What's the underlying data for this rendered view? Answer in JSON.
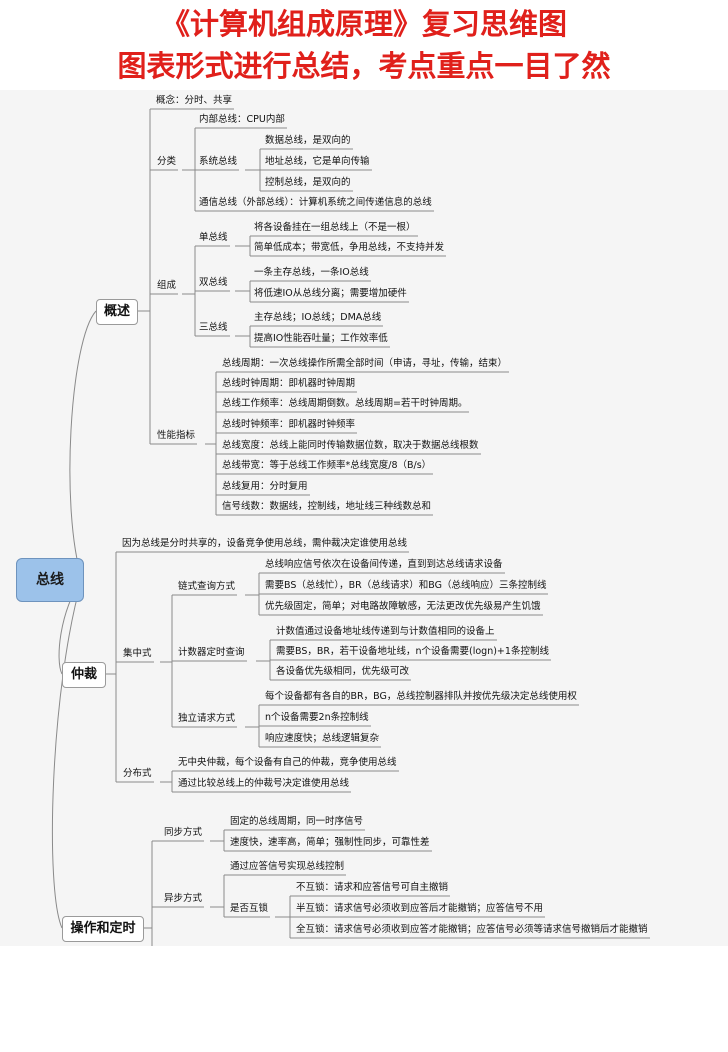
{
  "title_line1": "《计算机组成原理》复习思维图",
  "title_line2": "图表形式进行总结，考点重点一目了然",
  "root": "总线",
  "sections": {
    "overview": {
      "label": "概述",
      "concept": "概念：分时、共享",
      "classification": {
        "label": "分类",
        "internal": "内部总线：CPU内部",
        "system": {
          "label": "系统总线",
          "items": [
            "数据总线，是双向的",
            "地址总线，它是单向传输",
            "控制总线，是双向的"
          ]
        },
        "comm": "通信总线（外部总线）：计算机系统之间传递信息的总线"
      },
      "composition": {
        "label": "组成",
        "single": {
          "label": "单总线",
          "items": [
            "将各设备挂在一组总线上（不是一根）",
            "简单低成本；带宽低，争用总线，不支持并发"
          ]
        },
        "dual": {
          "label": "双总线",
          "items": [
            "一条主存总线，一条IO总线",
            "将低速IO从总线分离；需要增加硬件"
          ]
        },
        "triple": {
          "label": "三总线",
          "items": [
            "主存总线；IO总线；DMA总线",
            "提高IO性能吞吐量；工作效率低"
          ]
        }
      },
      "performance": {
        "label": "性能指标",
        "items": [
          "总线周期：一次总线操作所需全部时间（申请，寻址，传输，结束）",
          "总线时钟周期：即机器时钟周期",
          "总线工作频率：总线周期倒数。总线周期=若干时钟周期。",
          "总线时钟频率：即机器时钟频率",
          "总线宽度：总线上能同时传输数据位数，取决于数据总线根数",
          "总线带宽：等于总线工作频率*总线宽度/8（B/s）",
          "总线复用：分时复用",
          "信号线数：数据线，控制线，地址线三种线数总和"
        ]
      }
    },
    "arbitration": {
      "label": "仲裁",
      "reason": "因为总线是分时共享的，设备竞争使用总线，需仲裁决定谁使用总线",
      "centralized": {
        "label": "集中式",
        "chain": {
          "label": "链式查询方式",
          "items": [
            "总线响应信号依次在设备间传递，直到到达总线请求设备",
            "需要BS（总线忙），BR（总线请求）和BG（总线响应）三条控制线",
            "优先级固定，简单；对电路故障敏感，无法更改优先级易产生饥饿"
          ]
        },
        "counter": {
          "label": "计数器定时查询",
          "items": [
            "计数值通过设备地址线传递到与计数值相同的设备上",
            "需要BS，BR，若干设备地址线，n个设备需要(logn)+1条控制线",
            "各设备优先级相同，优先级可改"
          ]
        },
        "independent": {
          "label": "独立请求方式",
          "items": [
            "每个设备都有各自的BR，BG，总线控制器排队并按优先级决定总线使用权",
            "n个设备需要2n条控制线",
            "响应速度快；总线逻辑复杂"
          ]
        }
      },
      "distributed": {
        "label": "分布式",
        "items": [
          "无中央仲裁，每个设备有自己的仲裁，竞争使用总线",
          "通过比较总线上的仲裁号决定谁使用总线"
        ]
      }
    },
    "timing": {
      "label": "操作和定时",
      "sync": {
        "label": "同步方式",
        "items": [
          "固定的总线周期，同一时序信号",
          "速度快，速率高，简单；强制性同步，可靠性差"
        ]
      },
      "async": {
        "label": "异步方式",
        "desc": "通过应答信号实现总线控制",
        "interlock": {
          "label": "是否互锁",
          "items": [
            "不互锁：请求和应答信号可自主撤销",
            "半互锁：请求信号必须收到应答后才能撤销；应答信号不用",
            "全互锁：请求信号必须收到应答才能撤销；应答信号必须等请求信号撤销后才能撤销"
          ]
        }
      }
    }
  }
}
